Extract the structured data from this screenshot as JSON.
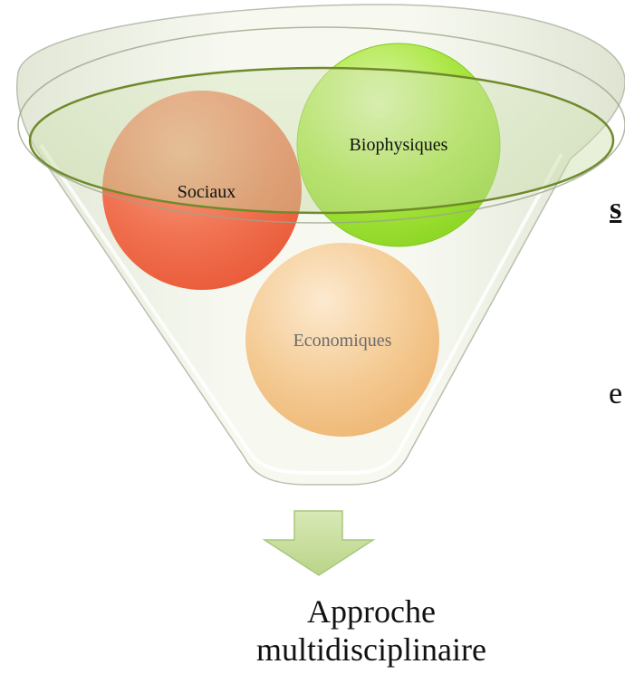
{
  "diagram": {
    "circles": [
      {
        "id": "sociaux",
        "label": "Sociaux",
        "fill": "#f06a48"
      },
      {
        "id": "biophysiques",
        "label": "Biophysiques",
        "fill": "#9adf2a"
      },
      {
        "id": "economiques",
        "label": "Economiques",
        "fill": "#f2bf80"
      }
    ],
    "funnel_fill": "#eef2e4",
    "rim_fill": "#cfe0b0",
    "arrow_fill": "#c5dd98",
    "output": {
      "line1": "Approche",
      "line2": "multidisciplinaire"
    }
  },
  "background_fragments": {
    "right_letter_1": "s",
    "right_letter_2": "e"
  }
}
